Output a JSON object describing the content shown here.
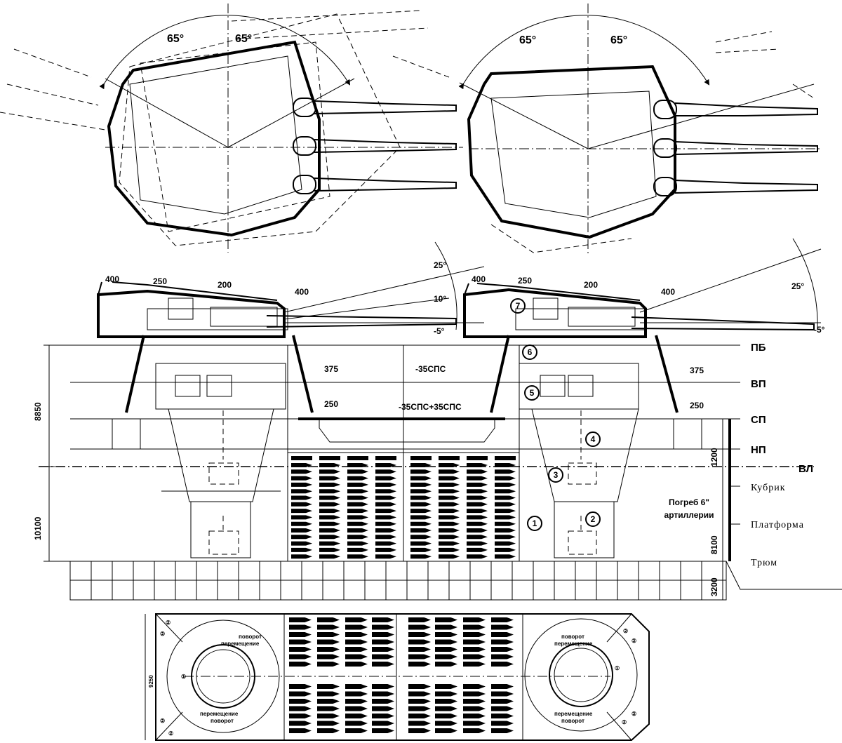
{
  "turret_left": {
    "angle_port": "65°",
    "angle_starboard": "65°"
  },
  "turret_right": {
    "angle_port": "65°",
    "angle_starboard": "65°"
  },
  "section_left": {
    "armor_rear": "400",
    "armor_roof_rear": "250",
    "armor_roof": "200",
    "armor_front": "400",
    "elev_up": "25°",
    "elev_mid": "10°",
    "elev_down": "-5°",
    "barbette_upper": "375",
    "barbette_lower": "250"
  },
  "section_right": {
    "armor_rear": "400",
    "armor_roof_rear": "250",
    "armor_roof": "200",
    "armor_front": "400",
    "elev_up": "25°",
    "elev_down": "-5°",
    "barbette_upper": "375",
    "barbette_lower": "250"
  },
  "deck_armor": {
    "upper": "-35СПС",
    "lower": "-35СПС+35СПС"
  },
  "decks": [
    "ПБ",
    "ВП",
    "СП",
    "НП",
    "ВЛ"
  ],
  "rooms": [
    "Кубрик",
    "Платформа",
    "Трюм"
  ],
  "magazine_label": [
    "Погреб 6\"",
    "артиллерии"
  ],
  "dims": {
    "height_top": "8850",
    "height_bottom": "10100",
    "r1": "1200",
    "r2": "8100",
    "r3": "3200"
  },
  "callouts": [
    "1",
    "2",
    "3",
    "4",
    "5",
    "6",
    "7"
  ],
  "plan": {
    "width_dim": "9250",
    "left_labels": [
      "поворот",
      "перемещение",
      "перемещение",
      "поворот"
    ],
    "right_labels": [
      "поворот",
      "перемещение",
      "перемещение",
      "поворот"
    ],
    "corner_marks": [
      "②",
      "②",
      "②",
      "②",
      "②",
      "②",
      "②",
      "②"
    ],
    "hoist_marks": [
      "①",
      "①"
    ]
  }
}
